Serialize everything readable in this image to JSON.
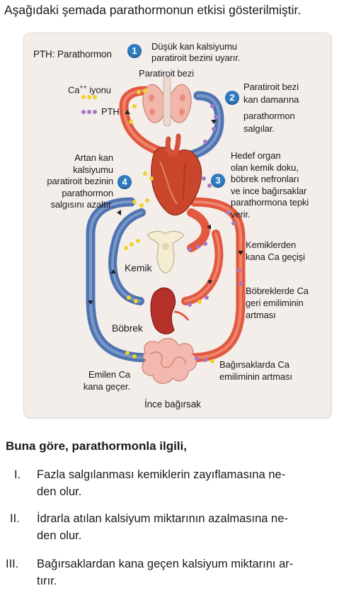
{
  "intro": "Aşağıdaki şemada parathormonun etkisi gösterilmiştir.",
  "legend": {
    "pth_abbrev": "PTH: Parathormon",
    "ca_label": "Ca",
    "ca_sup": "++",
    "ca_suffix": " iyonu",
    "pth_label": "PTH"
  },
  "organs": {
    "parathyroid": "Paratiroit bezi",
    "bone": "Kemik",
    "kidney": "Böbrek",
    "intestine": "İnce bağırsak"
  },
  "steps": [
    {
      "num": "1",
      "lines": [
        "Düşük kan kalsiyumu",
        "paratiroit bezini uyarır."
      ]
    },
    {
      "num": "2",
      "lines": [
        "Paratiroit bezi",
        "kan damarına",
        "parathormon",
        "salgılar."
      ]
    },
    {
      "num": "3",
      "lines": [
        "Hedef organ",
        "olan kemik doku,",
        "böbrek nefronları",
        "ve ince bağırsaklar",
        "parathormona tepki",
        "verir."
      ]
    },
    {
      "num": "4",
      "lines": [
        "Artan kan",
        "kalsiyumu",
        "paratiroit bezinin",
        "parathormon",
        "salgısını azaltır."
      ]
    }
  ],
  "effects": {
    "bone": [
      "Kemiklerden",
      "kana Ca geçişi"
    ],
    "kidney": [
      "Böbreklerde Ca",
      "geri emiliminin",
      "artması"
    ],
    "intestine": [
      "Bağırsaklarda Ca",
      "emiliminin artması"
    ],
    "absorbed": [
      "Emilen Ca",
      "kana geçer."
    ]
  },
  "question": {
    "title": "Buna göre, parathormonla ilgili,",
    "items": [
      {
        "num": "I.",
        "lines": [
          "Fazla salgılanması kemiklerin zayıflamasına ne-",
          "den olur."
        ]
      },
      {
        "num": "II.",
        "lines": [
          "İdrarla atılan kalsiyum miktarının azalmasına ne-",
          "den olur."
        ]
      },
      {
        "num": "III.",
        "lines": [
          "Bağırsaklardan kana geçen kalsiyum miktarını ar-",
          "tırır."
        ]
      }
    ]
  },
  "colors": {
    "badge": "#2f7bc0",
    "red_vessel": "#e8614a",
    "blue_vessel": "#4f74b0",
    "ca_dot": "#f0d22a",
    "pth_dot": "#a779c7",
    "panel": "#f4eeea"
  }
}
